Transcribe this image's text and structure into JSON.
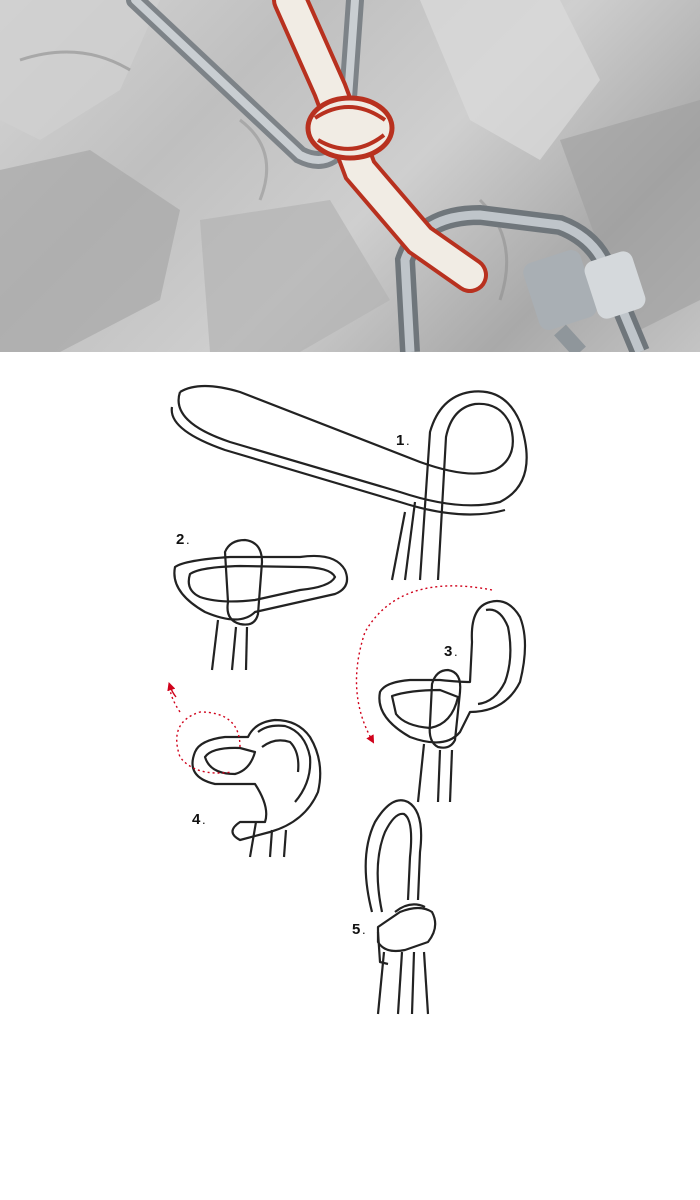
{
  "photo": {
    "alt_colors": {
      "rock": "#bdbdbd",
      "sling": "#f1ece4",
      "stitch": "#b8311f",
      "metal": "#8c9297"
    }
  },
  "steps": [
    {
      "number": "1",
      "dot": "."
    },
    {
      "number": "2",
      "dot": "."
    },
    {
      "number": "3",
      "dot": "."
    },
    {
      "number": "4",
      "dot": "."
    },
    {
      "number": "5",
      "dot": "."
    }
  ],
  "colors": {
    "line": "#222222",
    "arrow": "#d0021b"
  }
}
